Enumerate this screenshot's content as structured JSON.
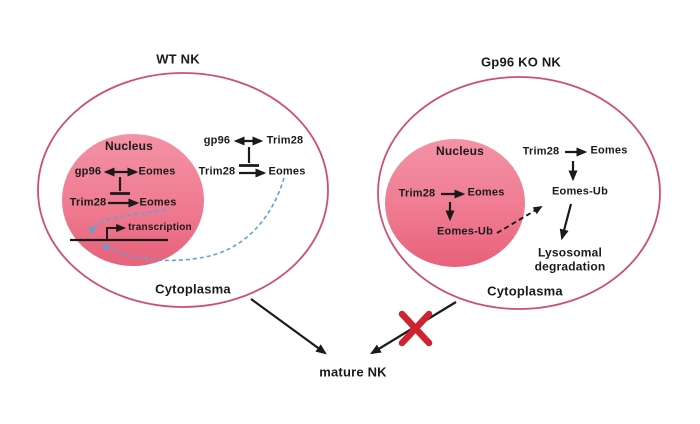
{
  "figure": {
    "left_cell": {
      "title": "WT NK",
      "nucleus_label": "Nucleus",
      "nucleus_row1": {
        "left": "gp96",
        "right": "Eomes"
      },
      "nucleus_row2": {
        "left": "Trim28",
        "right": "Eomes"
      },
      "transcription_label": "transcription",
      "cyto_row1": {
        "left": "gp96",
        "right": "Trim28"
      },
      "cyto_row2": {
        "left": "Trim28",
        "right": "Eomes"
      },
      "cytoplasm_label": "Cytoplasma"
    },
    "right_cell": {
      "title": "Gp96 KO NK",
      "nucleus_label": "Nucleus",
      "nucleus_row": {
        "left": "Trim28",
        "right": "Eomes"
      },
      "nucleus_ub_label": "Eomes-Ub",
      "cyto_row": {
        "left": "Trim28",
        "right": "Eomes"
      },
      "cyto_ub_label": "Eomes-Ub",
      "degradation_line1": "Lysosomal",
      "degradation_line2": "degradation",
      "cytoplasm_label": "Cytoplasma"
    },
    "outcome_label": "mature NK"
  },
  "colors": {
    "membrane": "#CE4E74",
    "nucleus_top": "#F492A6",
    "nucleus_mid": "#EF7B91",
    "nucleus_bottom": "#E7617A",
    "arrow_black": "#1A1A1A",
    "feedback_blue": "#5FA0DB",
    "blocked_red": "#CF2332",
    "text": "#1A1A1A"
  }
}
